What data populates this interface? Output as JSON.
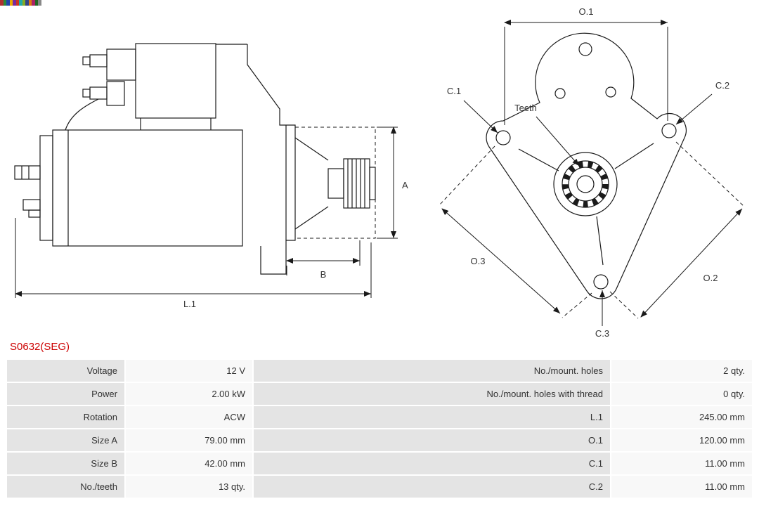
{
  "part_number": "S0632(SEG)",
  "colors": {
    "accent_red": "#cc0000",
    "line": "#1a1a1a",
    "table_label_bg": "#e4e4e4",
    "table_value_bg": "#f8f8f8"
  },
  "diagram": {
    "labels": {
      "a": "A",
      "b": "B",
      "l1": "L.1",
      "o1": "O.1",
      "o2": "O.2",
      "o3": "O.3",
      "c1": "C.1",
      "c2": "C.2",
      "c3": "C.3",
      "teeth": "Teeth"
    }
  },
  "spec_table": {
    "rows": [
      {
        "label_l": "Voltage",
        "value_l": "12 V",
        "label_r": "No./mount. holes",
        "value_r": "2 qty."
      },
      {
        "label_l": "Power",
        "value_l": "2.00 kW",
        "label_r": "No./mount. holes with thread",
        "value_r": "0 qty."
      },
      {
        "label_l": "Rotation",
        "value_l": "ACW",
        "label_r": "L.1",
        "value_r": "245.00 mm"
      },
      {
        "label_l": "Size A",
        "value_l": "79.00 mm",
        "label_r": "O.1",
        "value_r": "120.00 mm"
      },
      {
        "label_l": "Size B",
        "value_l": "42.00 mm",
        "label_r": "C.1",
        "value_r": "11.00 mm"
      },
      {
        "label_l": "No./teeth",
        "value_l": "13 qty.",
        "label_r": "C.2",
        "value_r": "11.00 mm"
      }
    ]
  }
}
